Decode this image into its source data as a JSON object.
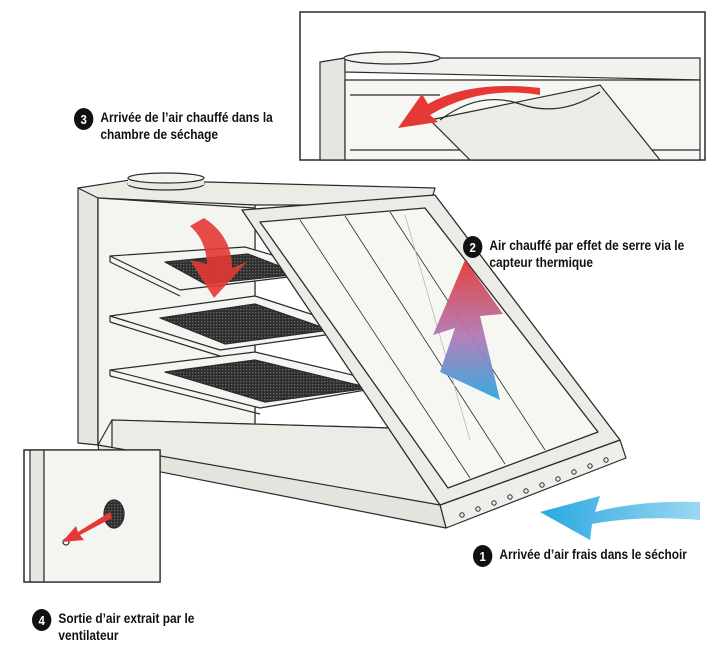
{
  "diagram": {
    "colors": {
      "outline": "#2b2b2b",
      "panel": "#efefeb",
      "panel_shade": "#e2e2dc",
      "mesh": "#3a3a3a",
      "hot_arrow": "#e53935",
      "cold_arrow": "#29a8e0",
      "badge": "#111111"
    },
    "callouts": [
      {
        "number": "1",
        "text": "Arrivée d’air frais dans le séchoir"
      },
      {
        "number": "2",
        "text": "Air chauffé par effet de serre via le capteur thermique"
      },
      {
        "number": "3",
        "text": "Arrivée de l’air chauffé dans la chambre de séchage"
      },
      {
        "number": "4",
        "text": "Sortie d’air extrait par le ventilateur"
      }
    ]
  }
}
